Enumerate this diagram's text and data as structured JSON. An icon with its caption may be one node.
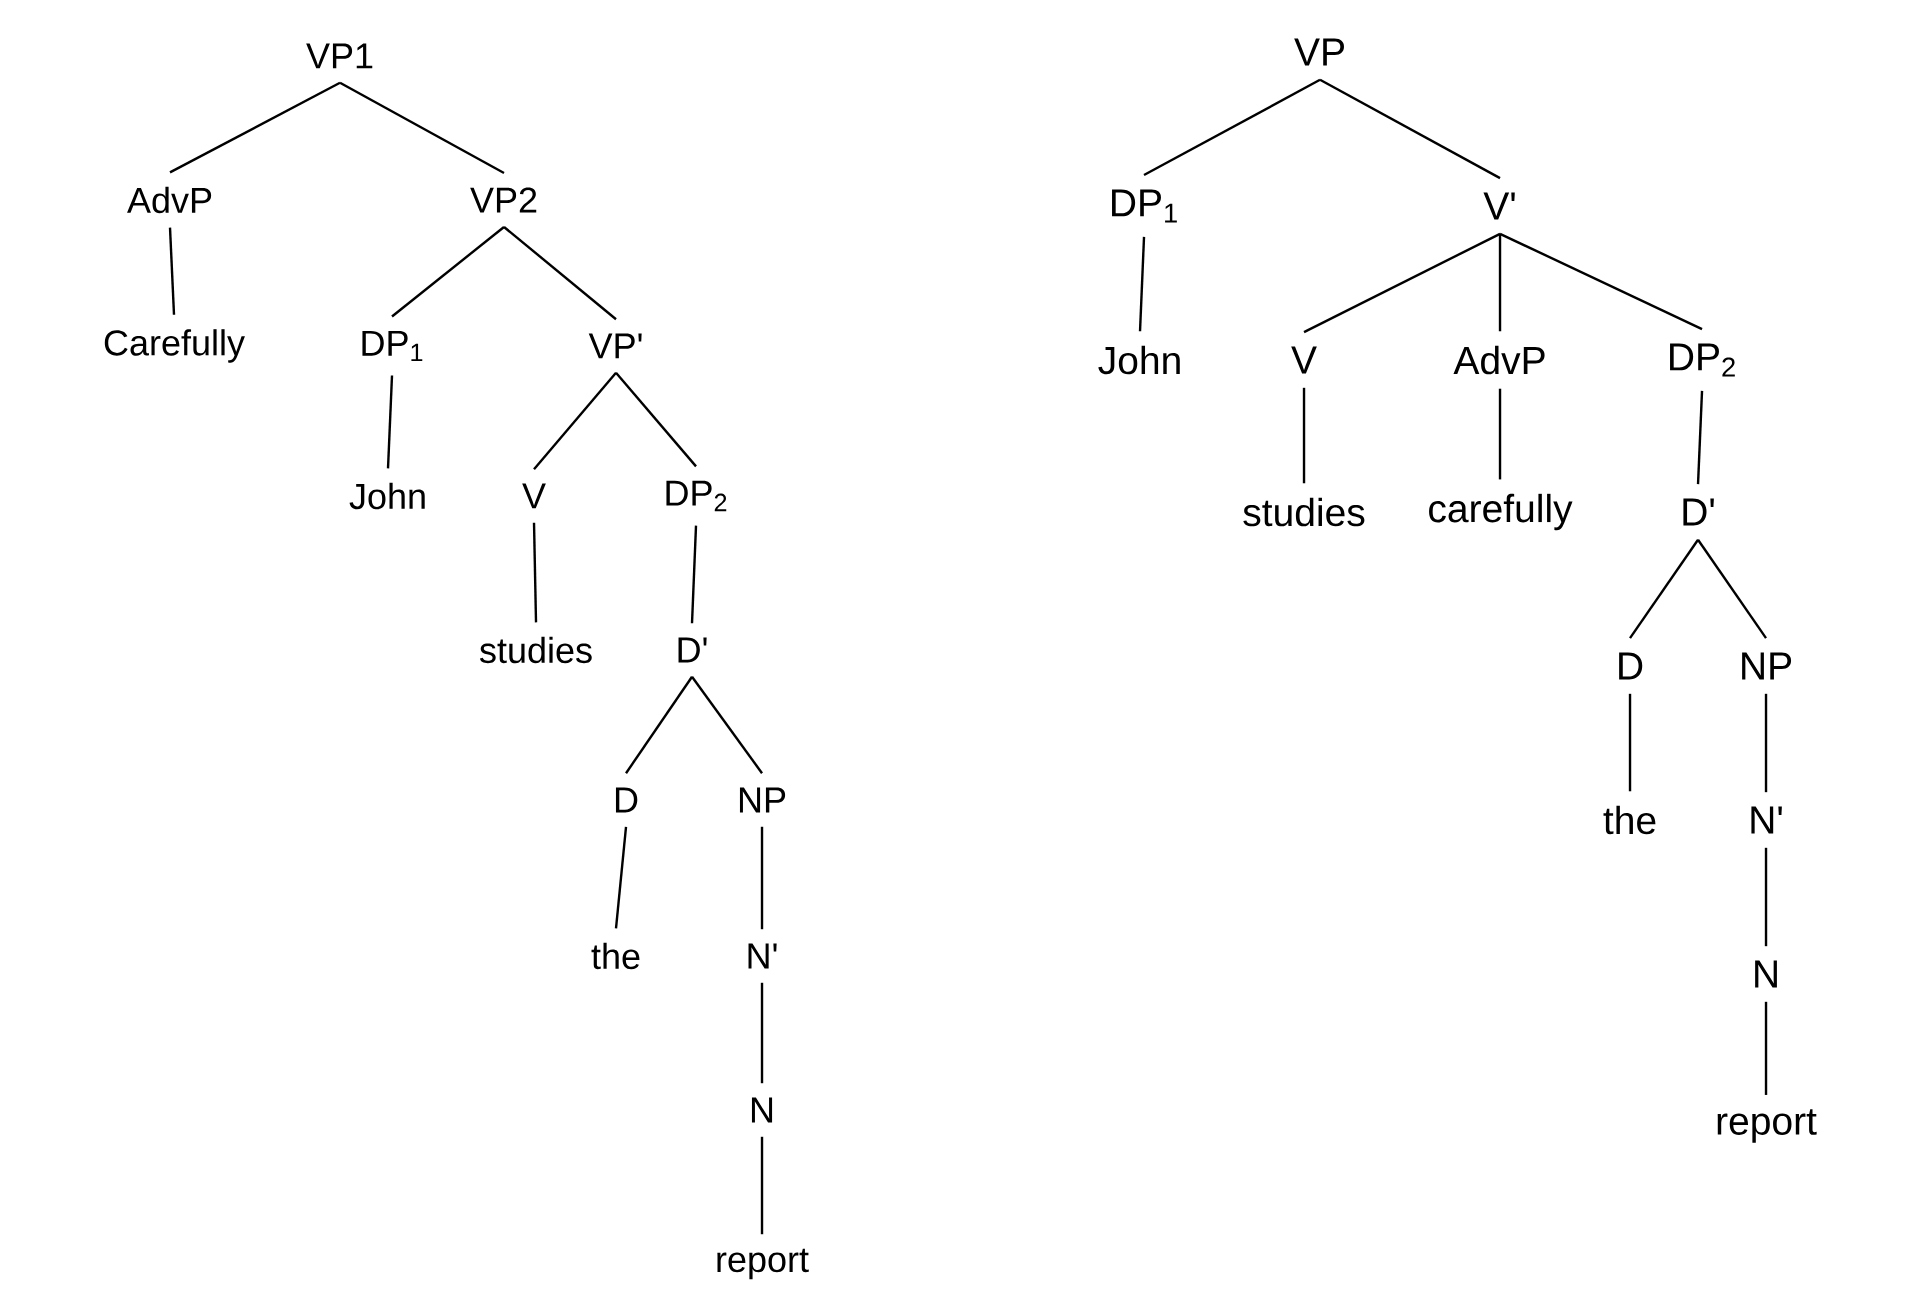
{
  "diagram": {
    "nodes": [
      {
        "text": [
          "VP1"
        ]
      },
      {
        "text": [
          "AdvP"
        ]
      },
      {
        "text": [
          "VP2"
        ]
      },
      {
        "text": [
          "Carefully"
        ]
      },
      {
        "text": [
          "DP$_{1}$"
        ]
      },
      {
        "text": [
          "VP'"
        ]
      },
      {
        "text": [
          "John"
        ]
      },
      {
        "text": [
          "V"
        ]
      },
      {
        "text": [
          "DP$_{2}$"
        ]
      },
      {
        "text": [
          "studies"
        ]
      },
      {
        "text": [
          "D'"
        ]
      },
      {
        "text": [
          "D"
        ]
      },
      {
        "text": [
          "NP"
        ]
      },
      {
        "text": [
          "the"
        ]
      },
      {
        "text": [
          "N'"
        ]
      },
      {
        "text": [
          "N"
        ]
      },
      {
        "text": [
          "report"
        ]
      },
      {
        "text": [
          "VP"
        ]
      },
      {
        "text": [
          "DP$_{1}$"
        ]
      },
      {
        "text": [
          "V'"
        ]
      },
      {
        "text": [
          "John"
        ]
      },
      {
        "text": [
          "V"
        ]
      },
      {
        "text": [
          "AdvP"
        ]
      },
      {
        "text": [
          "DP$_{2}$"
        ]
      },
      {
        "text": [
          "studies"
        ]
      },
      {
        "text": [
          "carefully"
        ]
      },
      {
        "text": [
          "D'"
        ]
      },
      {
        "text": [
          "D"
        ]
      },
      {
        "text": [
          "NP"
        ]
      },
      {
        "text": [
          "the"
        ]
      },
      {
        "text": [
          "N'"
        ]
      },
      {
        "text": [
          "N"
        ]
      },
      {
        "text": [
          "report"
        ]
      }
    ],
    "edges": [
      {
        "from": 0,
        "to": 1,
        "arrow": "none"
      },
      {
        "from": 0,
        "to": 2,
        "arrow": "none"
      },
      {
        "from": 1,
        "to": 3,
        "arrow": "none"
      },
      {
        "from": 2,
        "to": 4,
        "arrow": "none"
      },
      {
        "from": 2,
        "to": 5,
        "arrow": "none"
      },
      {
        "from": 4,
        "to": 6,
        "arrow": "none"
      },
      {
        "from": 5,
        "to": 7,
        "arrow": "none"
      },
      {
        "from": 5,
        "to": 8,
        "arrow": "none"
      },
      {
        "from": 7,
        "to": 9,
        "arrow": "none"
      },
      {
        "from": 8,
        "to": 10,
        "arrow": "none"
      },
      {
        "from": 10,
        "to": 11,
        "arrow": "none"
      },
      {
        "from": 10,
        "to": 12,
        "arrow": "none"
      },
      {
        "from": 11,
        "to": 13,
        "arrow": "none"
      },
      {
        "from": 12,
        "to": 14,
        "arrow": "none"
      },
      {
        "from": 14,
        "to": 15,
        "arrow": "none"
      },
      {
        "from": 15,
        "to": 16,
        "arrow": "none"
      },
      {
        "from": 17,
        "to": 18,
        "arrow": "none"
      },
      {
        "from": 17,
        "to": 19,
        "arrow": "none"
      },
      {
        "from": 18,
        "to": 20,
        "arrow": "none"
      },
      {
        "from": 19,
        "to": 21,
        "arrow": "none"
      },
      {
        "from": 19,
        "to": 22,
        "arrow": "none"
      },
      {
        "from": 19,
        "to": 23,
        "arrow": "none"
      },
      {
        "from": 21,
        "to": 24,
        "arrow": "none"
      },
      {
        "from": 22,
        "to": 25,
        "arrow": "none"
      },
      {
        "from": 23,
        "to": 26,
        "arrow": "none"
      },
      {
        "from": 26,
        "to": 27,
        "arrow": "none"
      },
      {
        "from": 26,
        "to": 28,
        "arrow": "none"
      },
      {
        "from": 27,
        "to": 29,
        "arrow": "none"
      },
      {
        "from": 28,
        "to": 30,
        "arrow": "none"
      },
      {
        "from": 30,
        "to": 31,
        "arrow": "none"
      },
      {
        "from": 31,
        "to": 32,
        "arrow": "none"
      }
    ]
  }
}
